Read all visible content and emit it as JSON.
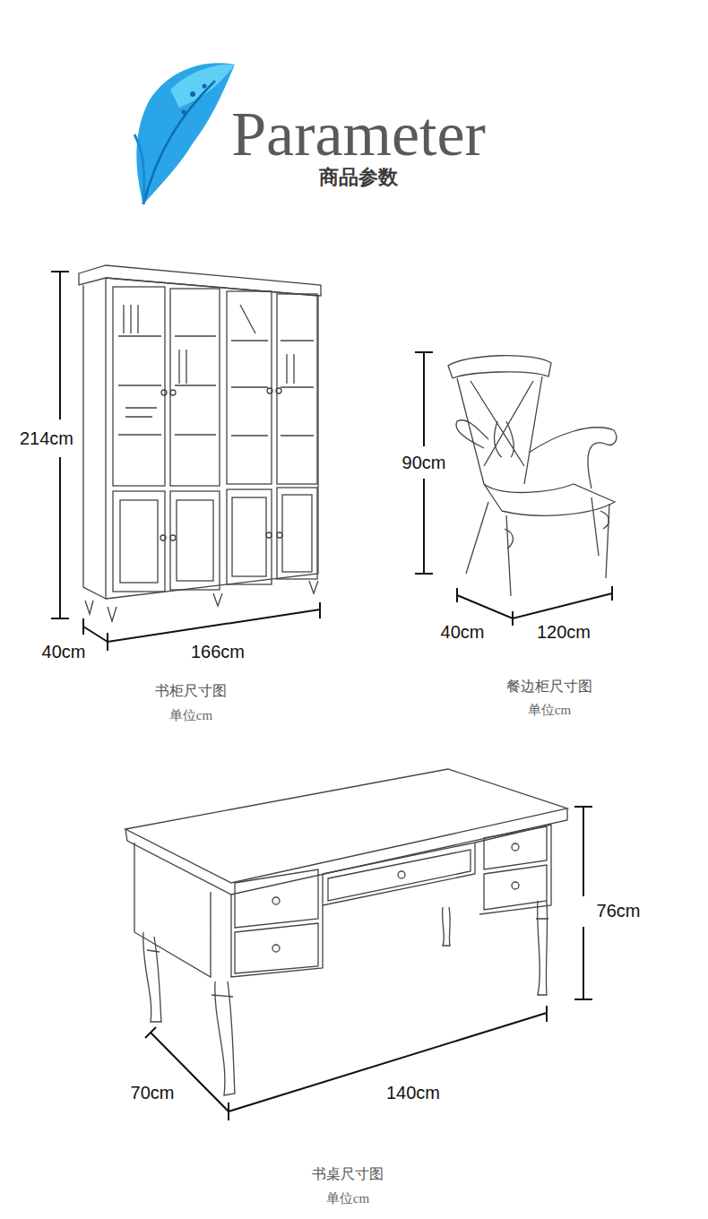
{
  "diagram": {
    "title": "Parameter",
    "labels": [
      "商品参数",
      "214cm",
      "40cm",
      "166cm",
      "书柜尺寸图",
      "单位cm",
      "90cm",
      "40cm",
      "120cm",
      "餐边柜尺寸图",
      "单位cm",
      "76cm",
      "70cm",
      "140cm",
      "书桌尺寸图",
      "单位cm"
    ]
  }
}
